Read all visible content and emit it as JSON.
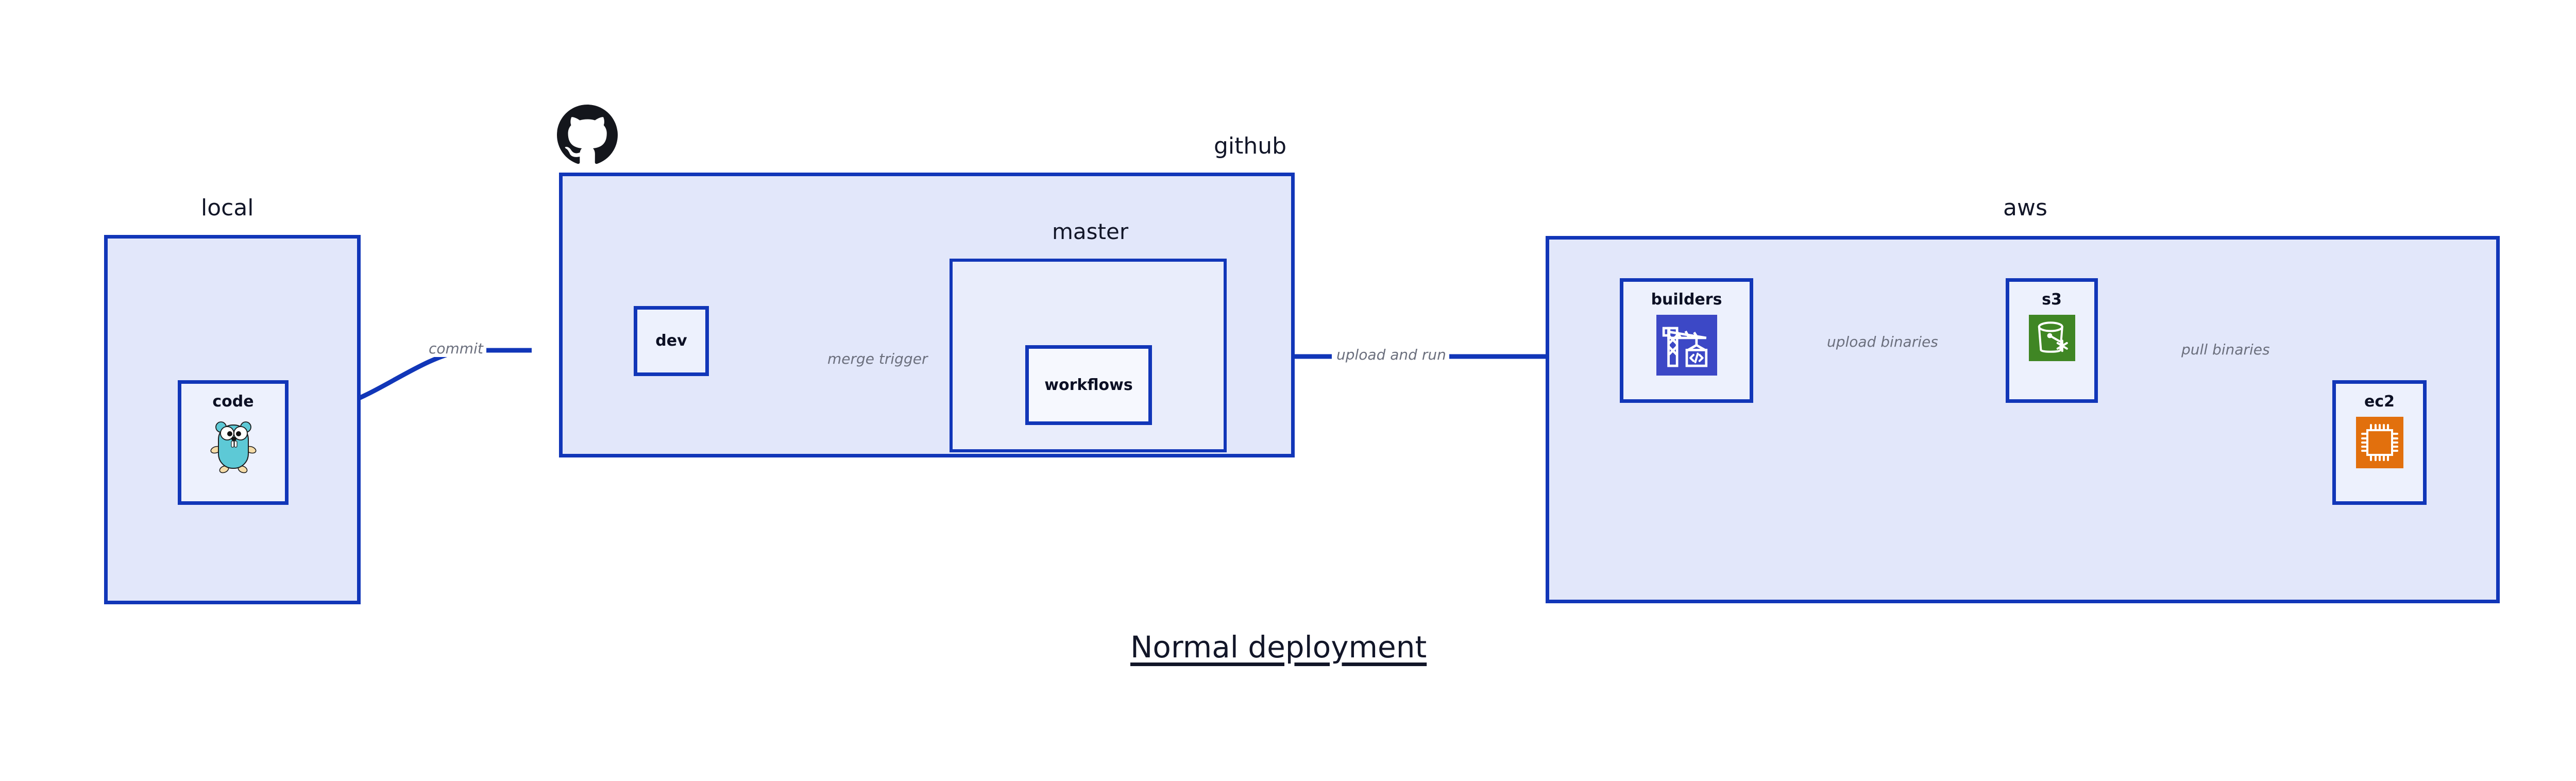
{
  "diagram": {
    "title": "Normal deployment",
    "clusters": [
      {
        "id": "local",
        "label": "local"
      },
      {
        "id": "github",
        "label": "github"
      },
      {
        "id": "master",
        "label": "master"
      },
      {
        "id": "aws",
        "label": "aws"
      }
    ],
    "nodes": [
      {
        "id": "code",
        "label": "code",
        "icon": "go-gopher-icon",
        "icon_color": "#5dc9d6"
      },
      {
        "id": "dev",
        "label": "dev",
        "icon": "none",
        "icon_color": ""
      },
      {
        "id": "workflows",
        "label": "workflows",
        "icon": "none",
        "icon_color": ""
      },
      {
        "id": "builders",
        "label": "builders",
        "icon": "aws-codebuild-icon",
        "icon_color": "#3c48c6"
      },
      {
        "id": "s3",
        "label": "s3",
        "icon": "aws-s3-icon",
        "icon_color": "#3f8624"
      },
      {
        "id": "ec2",
        "label": "ec2",
        "icon": "aws-ec2-icon",
        "icon_color": "#e2700d"
      }
    ],
    "edges": [
      {
        "from": "code",
        "to": "dev",
        "label": "commit"
      },
      {
        "from": "dev",
        "to": "workflows",
        "label": "merge trigger"
      },
      {
        "from": "workflows",
        "to": "builders",
        "label": "upload and run"
      },
      {
        "from": "builders",
        "to": "s3",
        "label": "upload binaries"
      },
      {
        "from": "s3",
        "to": "ec2",
        "label": "pull binaries"
      }
    ],
    "brand_icons": [
      {
        "id": "github-logo",
        "name": "github-mark-icon",
        "color": "#14161c"
      }
    ],
    "colors": {
      "edge": "#1136b8",
      "cluster_border": "#1136b8",
      "cluster_fill": "#e2e7fa",
      "cluster_fill_inner": "#e9edfb",
      "node_fill": "#edf1fd",
      "label_text": "#121628",
      "edge_label_text": "#6b6f7d"
    }
  }
}
